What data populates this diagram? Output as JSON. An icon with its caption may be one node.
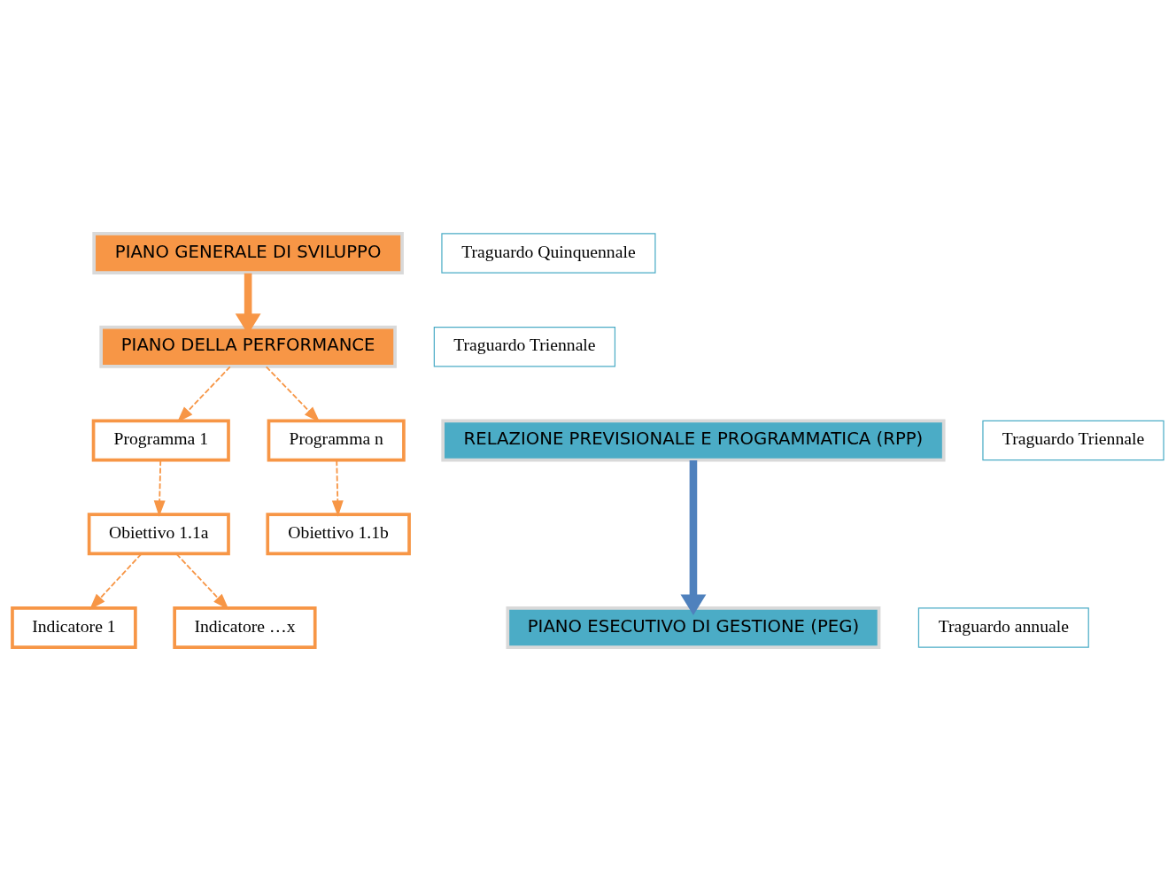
{
  "diagram": {
    "nodes": [
      {
        "text": [
          "PIANO GENERALE DI SVILUPPO"
        ]
      },
      {
        "text": [
          "Traguardo Quinquennale"
        ]
      },
      {
        "text": [
          "Traguardo Triennale"
        ]
      },
      {
        "text": [
          "PIANO DELLA PERFORMANCE"
        ]
      },
      {
        "text": [
          "Programma 1"
        ]
      },
      {
        "text": [
          "Programma n"
        ]
      },
      {
        "text": [
          "RELAZIONE PREVISIONALE E PROGRAMMATICA (RPP)"
        ]
      },
      {
        "text": [
          "Traguardo Triennale"
        ]
      },
      {
        "text": [
          "Obiettivo 1.1a"
        ]
      },
      {
        "text": [
          "Obiettivo 1.1b"
        ]
      },
      {
        "text": [
          "PIANO ESECUTIVO DI GESTIONE (PEG)"
        ]
      },
      {
        "text": [
          "Traguardo annuale"
        ]
      },
      {
        "text": [
          "Indicatore 1"
        ]
      },
      {
        "text": [
          "Indicatore …x"
        ]
      }
    ],
    "edges": [
      {
        "from": 0,
        "to": 3,
        "arrow": "to",
        "style": "thick"
      },
      {
        "from": 3,
        "to": 4,
        "arrow": "to",
        "style": "dashed"
      },
      {
        "from": 3,
        "to": 5,
        "arrow": "to",
        "style": "dashed"
      },
      {
        "from": 4,
        "to": 8,
        "arrow": "to",
        "style": "dashed"
      },
      {
        "from": 5,
        "to": 9,
        "arrow": "to",
        "style": "dashed"
      },
      {
        "from": 8,
        "to": 12,
        "arrow": "to",
        "style": "dashed"
      },
      {
        "from": 8,
        "to": 13,
        "arrow": "to",
        "style": "dashed"
      },
      {
        "from": 6,
        "to": 10,
        "arrow": "to",
        "style": "thick",
        "color": "#4f81bd"
      }
    ]
  }
}
